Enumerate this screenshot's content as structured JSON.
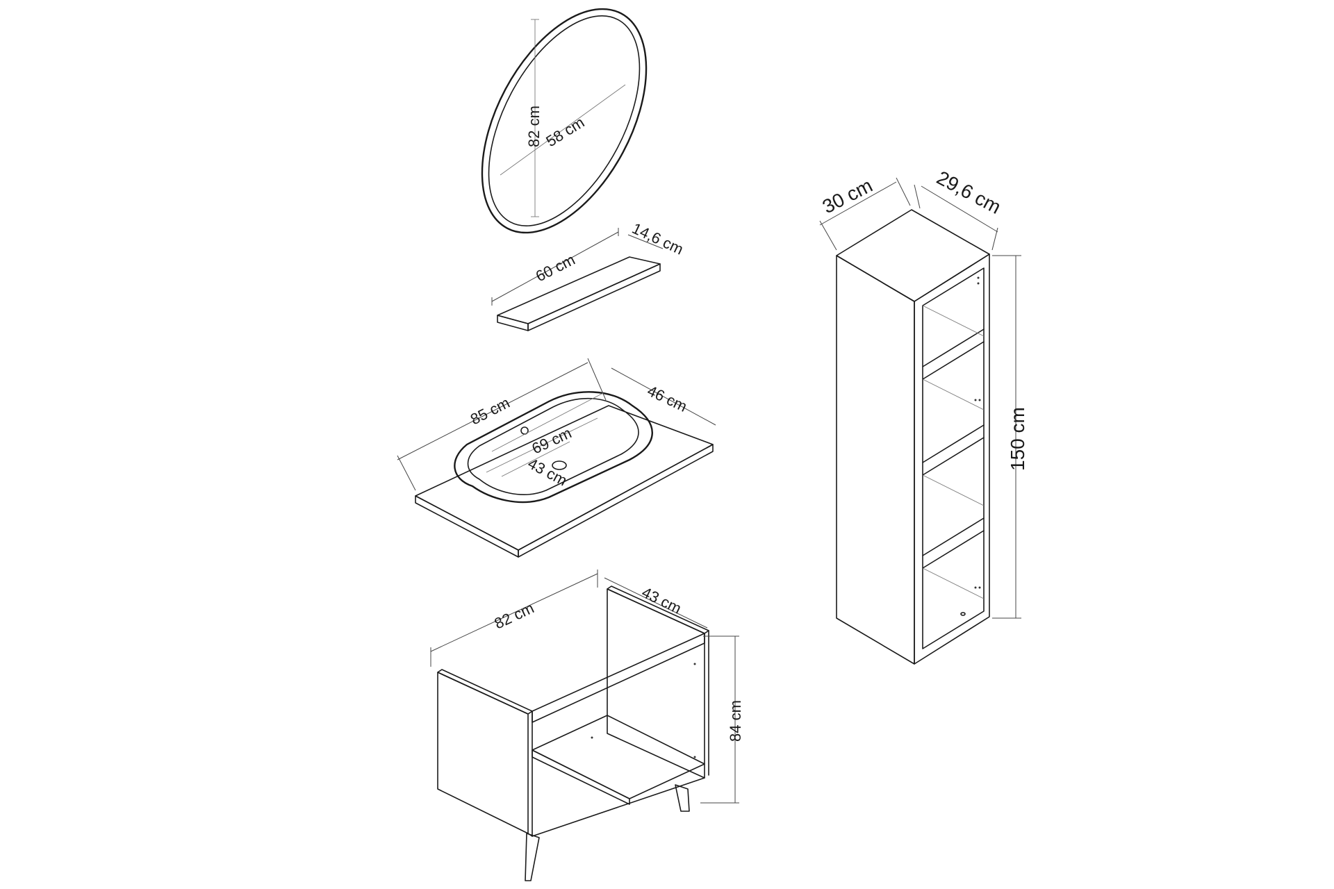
{
  "mirror": {
    "height_label": "82 cm",
    "width_label": "58 cm"
  },
  "shelf": {
    "length_label": "60 cm",
    "depth_label": "14,6 cm"
  },
  "countertop": {
    "width_label": "85 cm",
    "depth_label": "46 cm"
  },
  "basin": {
    "length_label": "69 cm",
    "width_label": "43 cm"
  },
  "vanity_cabinet": {
    "width_label": "82 cm",
    "depth_label": "43 cm",
    "height_label": "84 cm"
  },
  "tall_cabinet": {
    "width_label": "30 cm",
    "depth_label": "29,6 cm",
    "height_label": "150 cm"
  }
}
